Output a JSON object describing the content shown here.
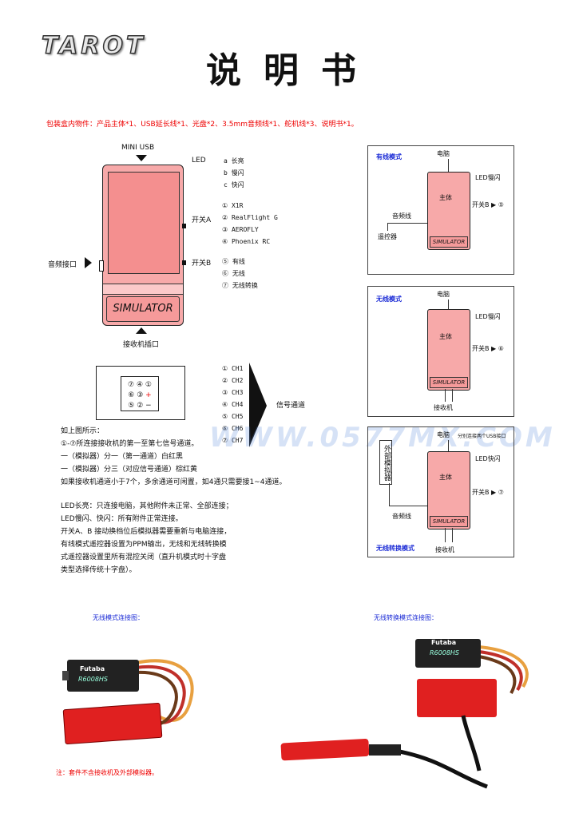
{
  "header": {
    "logo": "TAROT",
    "title": "说明书"
  },
  "package_contents": "包装盒内物件：产品主体*1、USB延长线*1、光盘*2、3.5mm音频线*1、舵机线*3、说明书*1。",
  "device": {
    "label": "SIMULATOR",
    "mini_usb": "MINI USB",
    "led": "LED",
    "switch_a": "开关A",
    "switch_b": "开关B",
    "audio_port": "音频接口",
    "receiver_port": "接收机插口"
  },
  "led_modes": [
    "a 长亮",
    "b 慢闪",
    "c 快闪"
  ],
  "switch_a_options": [
    "① X1R",
    "② RealFlight G",
    "③ AEROFLY",
    "④ Phoenix RC"
  ],
  "switch_b_options": [
    "⑤ 有线",
    "⑥ 无线",
    "⑦ 无线转换"
  ],
  "connector": {
    "row1": [
      "⑦",
      "④",
      "①"
    ],
    "row2": [
      "⑥",
      "③",
      "+"
    ],
    "row3": [
      "⑤",
      "②",
      "−"
    ],
    "channels": [
      "① CH1",
      "② CH2",
      "③ CH3",
      "④ CH4",
      "⑤ CH5",
      "⑥ CH6",
      "⑦ CH7"
    ],
    "signal_label": "信号通道"
  },
  "notes_1": [
    "如上图所示：",
    "①-⑦所连接接收机的第一至第七信号通道。",
    "一（模拟器）分一（第一通道）白红黑",
    "一（模拟器）分三（对应信号通道）棕红黄",
    "如果接收机通道小于7个，多余通道可闲置，如4通只需要接1~4通道。"
  ],
  "notes_2": [
    "LED长亮：只连接电脑，其他附件未正常、全部连接；",
    "LED慢闪、快闪：所有附件正常连接。",
    "开关A、B 接动换档位后模拟器需要重新与电脑连接，",
    "有线模式遥控器设置为PPM输出，无线和无线转换模",
    "式遥控器设置里所有混控关闭（直升机模式时十字盘",
    "类型选择传统十字盘）。"
  ],
  "panels": {
    "wired": {
      "title": "有线模式",
      "computer": "电脑",
      "main": "主体",
      "led": "LED慢闪",
      "switch": "开关B ▶ ⑤",
      "audio": "音频线",
      "remote": "遥控器",
      "label": "SIMULATOR"
    },
    "wireless": {
      "title": "无线模式",
      "computer": "电脑",
      "main": "主体",
      "led": "LED慢闪",
      "switch": "开关B ▶ ⑥",
      "receiver": "接收机",
      "label": "SIMULATOR"
    },
    "convert": {
      "title": "无线转换模式",
      "computer": "电脑",
      "usb_note": "分别连接两个USB接口",
      "external": "外部模拟器",
      "main": "主体",
      "led": "LED快闪",
      "switch": "开关B ▶ ⑦",
      "audio": "音频线",
      "receiver": "接收机",
      "label": "SIMULATOR"
    }
  },
  "watermark": "WWW.0577MX.COM",
  "photos": {
    "wireless_caption": "无线模式连接图：",
    "convert_caption": "无线转换模式连接图：",
    "receiver_brand": "Futaba",
    "receiver_model": "R6008HS",
    "footnote": "注：套件不含接收机及外部模拟器。"
  },
  "colors": {
    "accent_red": "#e00000",
    "device_pink": "#f7a9a9",
    "caption_blue": "#1b2bd6"
  }
}
